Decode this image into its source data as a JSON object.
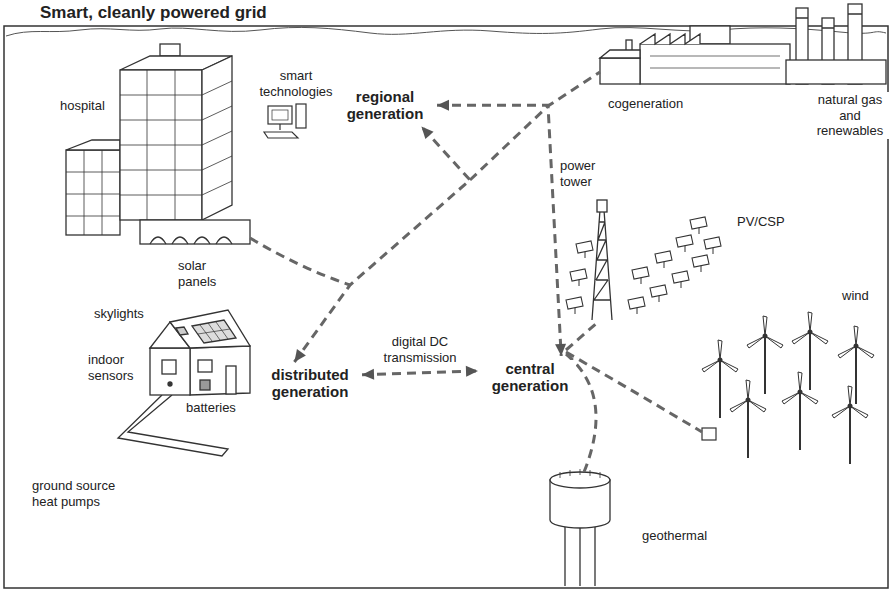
{
  "diagram": {
    "title": "Smart, cleanly powered grid",
    "nodes": [
      {
        "text": [
          "regional generation"
        ]
      },
      {
        "text": [
          "distributed generation"
        ]
      },
      {
        "text": [
          "central generation"
        ]
      }
    ],
    "edges": [
      {
        "from": 1,
        "to": 0,
        "arrow": "both"
      },
      {
        "from": 0,
        "to": 2,
        "arrow": "both"
      },
      {
        "from": 1,
        "to": 2,
        "label": "digital DC transmission",
        "arrow": "both"
      }
    ],
    "labels": [
      "hospital",
      "smart technologies",
      "cogeneration",
      "natural gas and renewables",
      "power tower",
      "PV/CSP",
      "wind",
      "skylights",
      "solar panels",
      "indoor sensors",
      "batteries",
      "ground source heat pumps",
      "geothermal"
    ]
  }
}
